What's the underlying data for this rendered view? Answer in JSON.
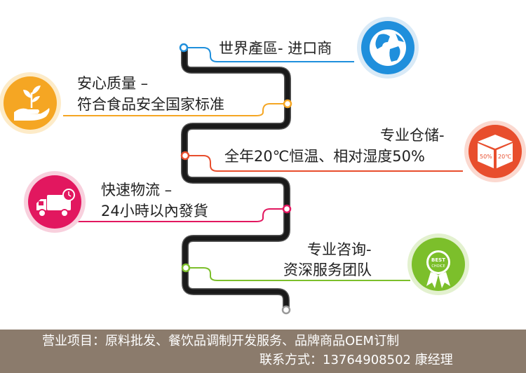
{
  "features": [
    {
      "lines": [
        "世界產區- 进口商"
      ],
      "icon": "globe-icon",
      "color": "#1f8fdc"
    },
    {
      "lines": [
        "安心质量 –",
        "符合食品安全国家标准"
      ],
      "icon": "hand-plant-icon",
      "color": "#f5a623"
    },
    {
      "lines": [
        "专业仓储-",
        "全年20℃恒温、相对湿度50%"
      ],
      "icon": "storage-box-icon",
      "color": "#e84e2d",
      "box_labels": [
        "50%",
        "20℃"
      ]
    },
    {
      "lines": [
        "快速物流 –",
        "24小時以內發貨"
      ],
      "icon": "delivery-truck-icon",
      "color": "#e2175f"
    },
    {
      "lines": [
        "专业咨询-",
        "资深服务团队"
      ],
      "icon": "best-choice-badge-icon",
      "color": "#7cbf2b",
      "badge_labels": [
        "BEST",
        "CHOICE"
      ]
    }
  ],
  "footer": {
    "line1": "营业项目：原料批发、餐饮品调制开发服务、品牌商品OEM订制",
    "line2": "联系方式：13764908502 康经理"
  }
}
